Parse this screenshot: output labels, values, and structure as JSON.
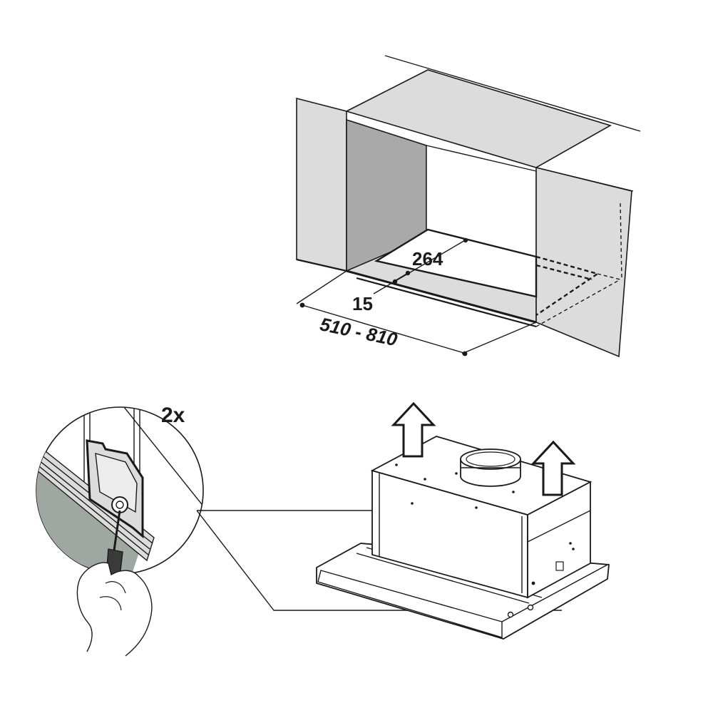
{
  "dimensions": {
    "depth": "264",
    "offset": "15",
    "width_range": "510 - 810"
  },
  "detail": {
    "multiplier": "2x"
  },
  "colors": {
    "line": "#1a1a1a",
    "cabinet_side": "#dcdcdc",
    "cabinet_inner": "#a9a9a9",
    "detail_panel": "#9fa7a3"
  }
}
